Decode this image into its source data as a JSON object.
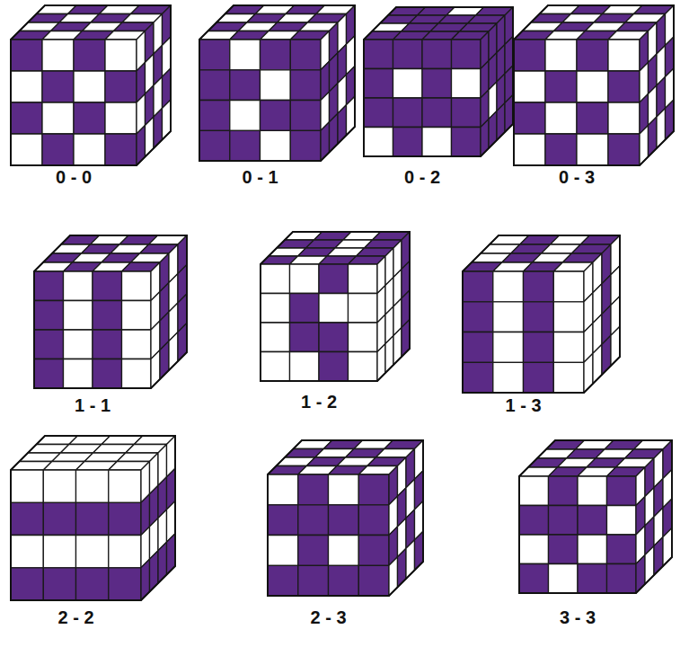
{
  "diagram": {
    "labels": [
      "0 - 0",
      "0 - 1",
      "0 - 2",
      "0 - 3",
      "1 - 1",
      "1 - 2",
      "1 - 3",
      "2 - 2",
      "2 - 3",
      "3 - 3"
    ]
  }
}
